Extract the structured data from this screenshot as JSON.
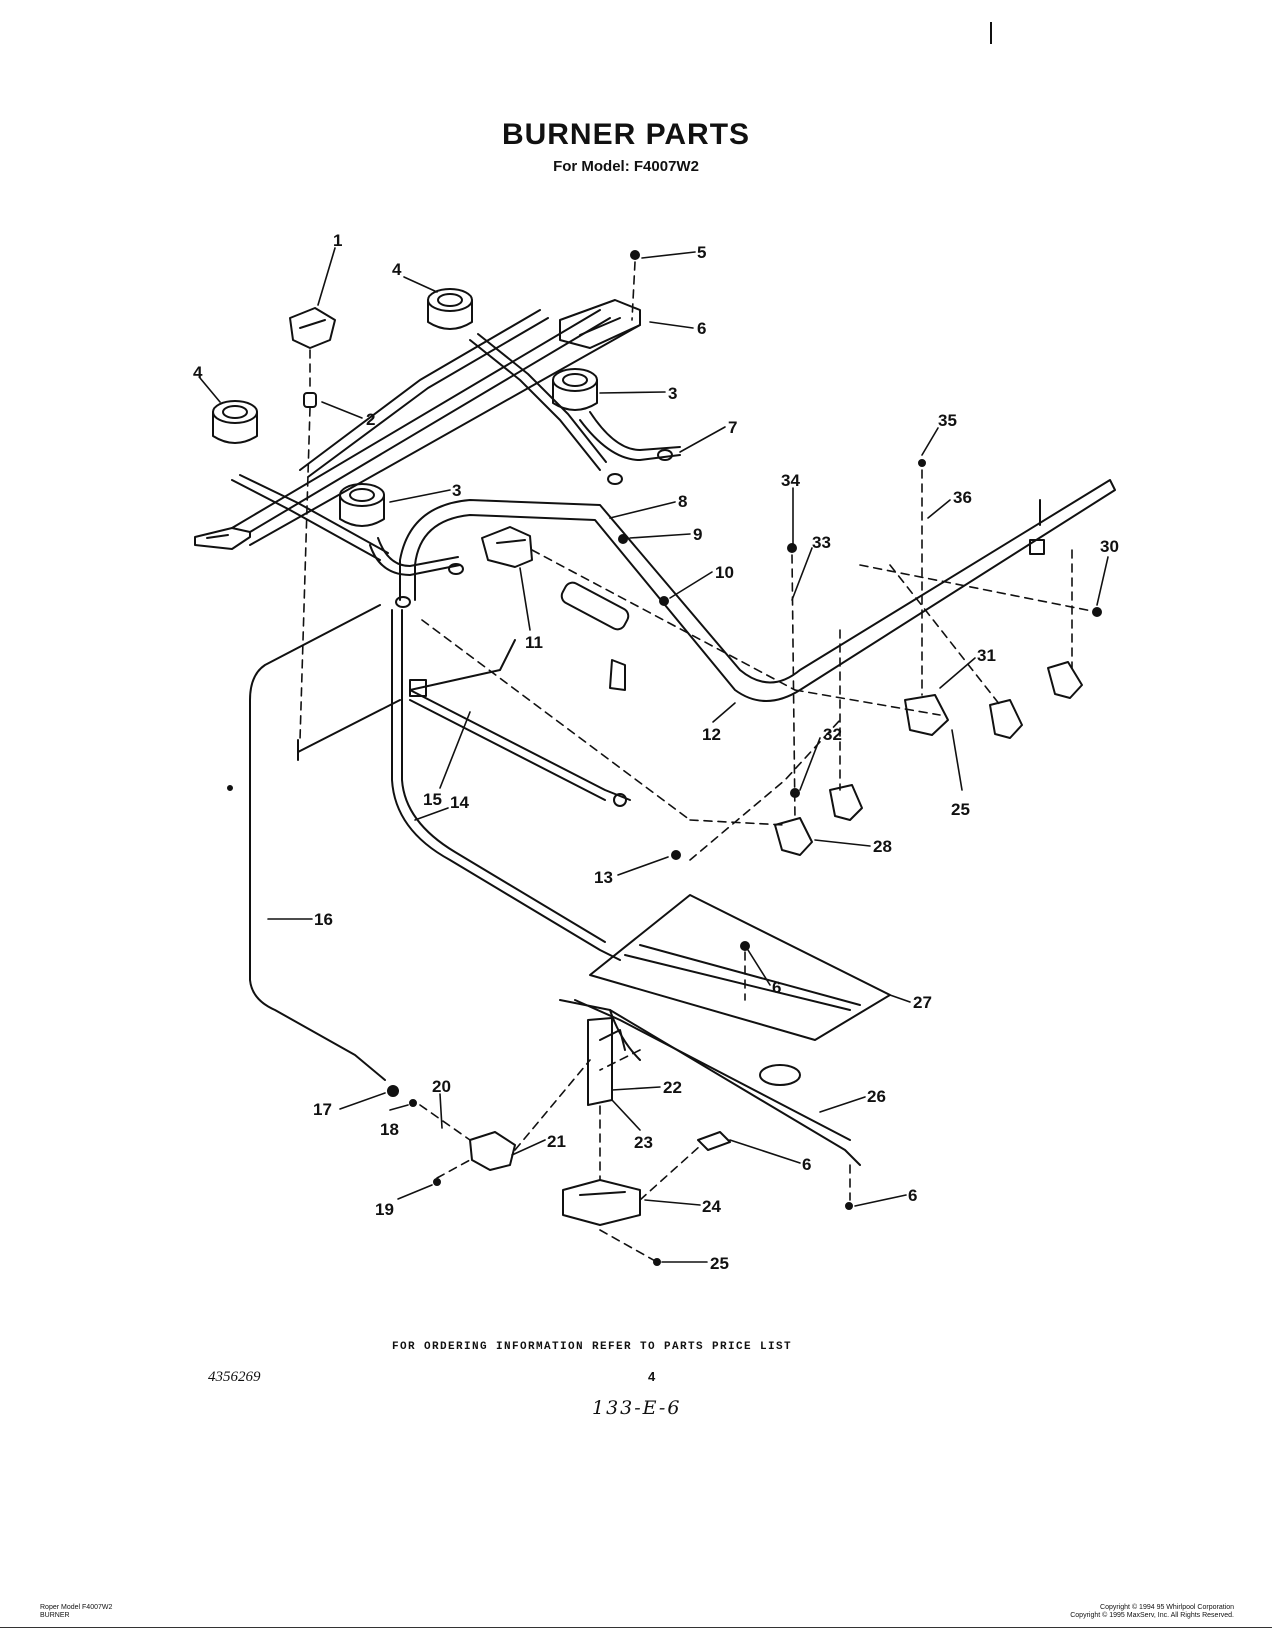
{
  "header": {
    "title": "BURNER PARTS",
    "subtitle": "For Model: F4007W2"
  },
  "callouts": [
    {
      "id": "c1",
      "label": "1"
    },
    {
      "id": "c2",
      "label": "2"
    },
    {
      "id": "c3a",
      "label": "3"
    },
    {
      "id": "c3b",
      "label": "3"
    },
    {
      "id": "c4a",
      "label": "4"
    },
    {
      "id": "c4b",
      "label": "4"
    },
    {
      "id": "c5",
      "label": "5"
    },
    {
      "id": "c6a",
      "label": "6"
    },
    {
      "id": "c6b",
      "label": "6"
    },
    {
      "id": "c6c",
      "label": "6"
    },
    {
      "id": "c6d",
      "label": "6"
    },
    {
      "id": "c7",
      "label": "7"
    },
    {
      "id": "c8",
      "label": "8"
    },
    {
      "id": "c9",
      "label": "9"
    },
    {
      "id": "c10",
      "label": "10"
    },
    {
      "id": "c11",
      "label": "11"
    },
    {
      "id": "c12",
      "label": "12"
    },
    {
      "id": "c13",
      "label": "13"
    },
    {
      "id": "c14",
      "label": "14"
    },
    {
      "id": "c15",
      "label": "15"
    },
    {
      "id": "c16",
      "label": "16"
    },
    {
      "id": "c17",
      "label": "17"
    },
    {
      "id": "c18",
      "label": "18"
    },
    {
      "id": "c19",
      "label": "19"
    },
    {
      "id": "c20",
      "label": "20"
    },
    {
      "id": "c21",
      "label": "21"
    },
    {
      "id": "c22",
      "label": "22"
    },
    {
      "id": "c23",
      "label": "23"
    },
    {
      "id": "c24",
      "label": "24"
    },
    {
      "id": "c25a",
      "label": "25"
    },
    {
      "id": "c25b",
      "label": "25"
    },
    {
      "id": "c26",
      "label": "26"
    },
    {
      "id": "c27",
      "label": "27"
    },
    {
      "id": "c28",
      "label": "28"
    },
    {
      "id": "c30",
      "label": "30"
    },
    {
      "id": "c31",
      "label": "31"
    },
    {
      "id": "c32",
      "label": "32"
    },
    {
      "id": "c33",
      "label": "33"
    },
    {
      "id": "c34",
      "label": "34"
    },
    {
      "id": "c35",
      "label": "35"
    },
    {
      "id": "c36",
      "label": "36"
    }
  ],
  "footer": {
    "order_note": "FOR ORDERING INFORMATION REFER TO PARTS PRICE LIST",
    "doc_number": "4356269",
    "page_number": "4",
    "handwritten": "133-E-6",
    "left_line1": "Roper Model F4007W2",
    "left_line2": "BURNER",
    "right_line1": "Copyright © 1994 95 Whirlpool Corporation",
    "right_line2": "Copyright © 1995 MaxServ, Inc.  All Rights Reserved."
  },
  "colors": {
    "ink": "#111111",
    "paper": "#ffffff"
  }
}
